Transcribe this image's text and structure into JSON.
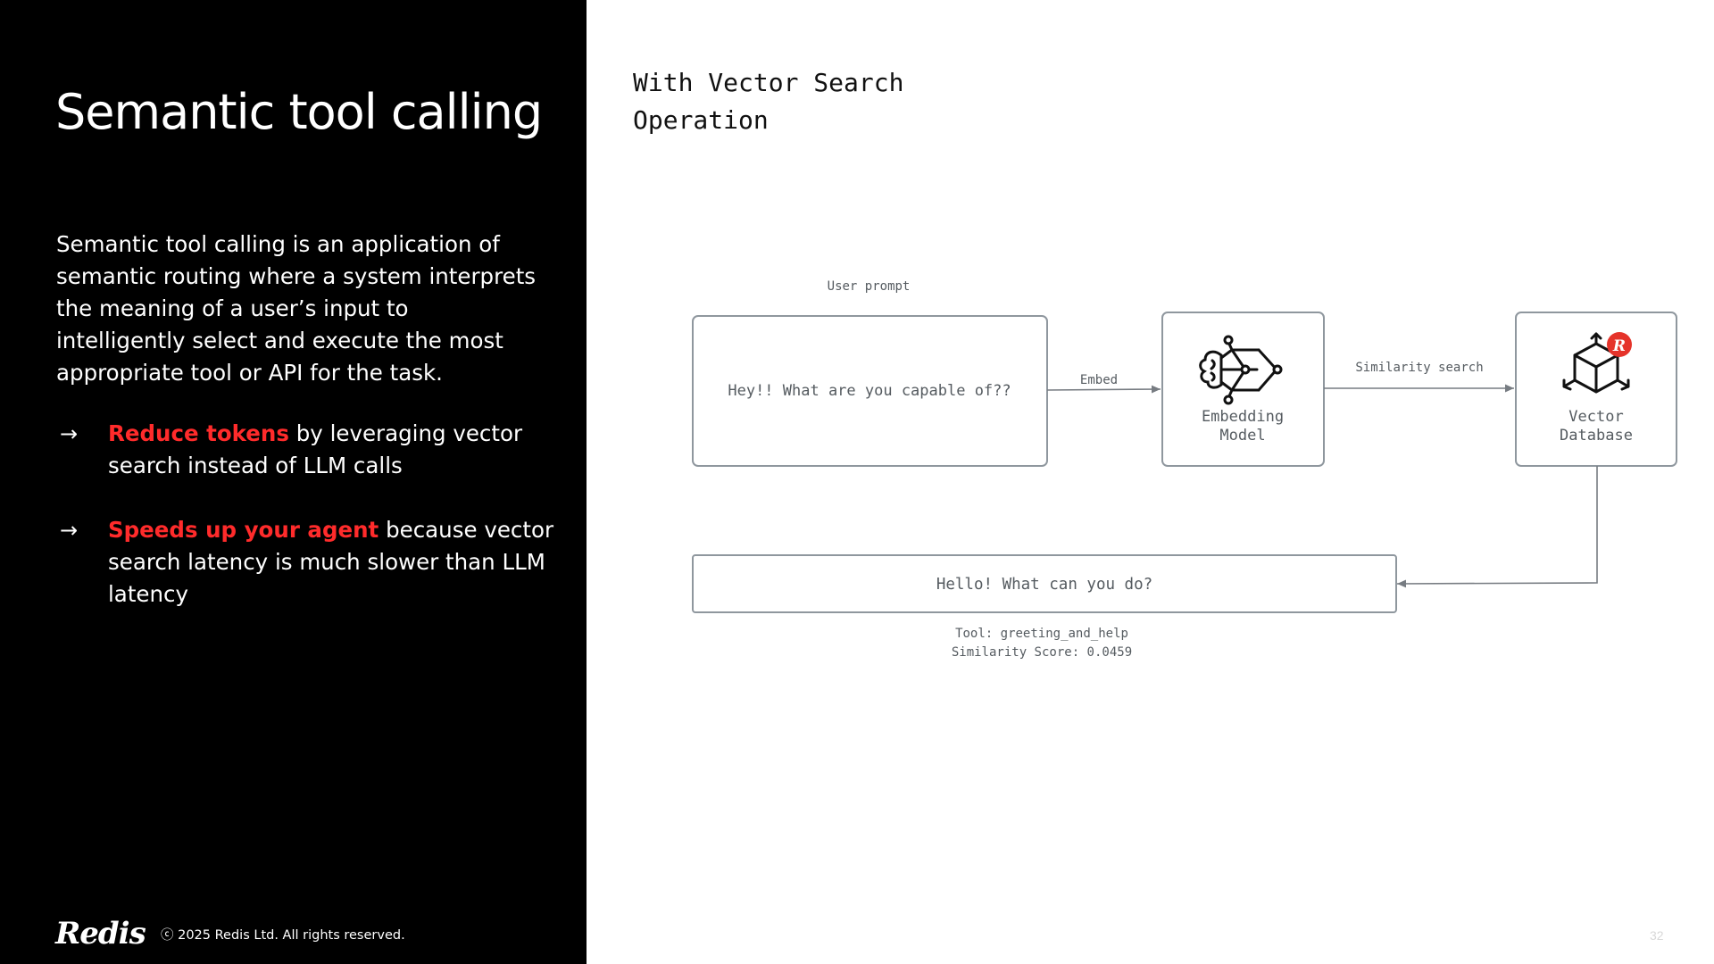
{
  "left": {
    "title": "Semantic tool calling",
    "intro": "Semantic tool calling is an application of semantic routing where a system interprets the meaning of a user’s input to intelligently select and execute the most appropriate tool or API for the task.",
    "bullets": [
      {
        "arrow": "→",
        "highlight": "Reduce tokens",
        "rest": " by leveraging vector search instead of LLM calls"
      },
      {
        "arrow": "→",
        "highlight": "Speeds up your agent",
        "rest": " because vector search latency is much slower than LLM latency"
      }
    ],
    "highlight_color": "#ff2b2b"
  },
  "footer": {
    "logo": "Redis",
    "copyright": "ⓒ 2025 Redis Ltd. All rights reserved."
  },
  "right": {
    "title_line1": "With Vector Search",
    "title_line2": "Operation",
    "page_number": "32"
  },
  "diagram": {
    "user_prompt_label": "User prompt",
    "user_prompt_text": "Hey!! What are you capable of??",
    "embed_label": "Embed",
    "embedding_model_line1": "Embedding",
    "embedding_model_line2": "Model",
    "embedding_icon": "brain-network-icon",
    "similarity_label": "Similarity search",
    "vector_db_line1": "Vector",
    "vector_db_line2": "Database",
    "vector_db_icon": "cube-icon",
    "vector_db_badge_color": "#e5332a",
    "result_text": "Hello! What can you do?",
    "tool_caption": "Tool: greeting_and_help",
    "score_caption": "Similarity Score: 0.0459"
  }
}
